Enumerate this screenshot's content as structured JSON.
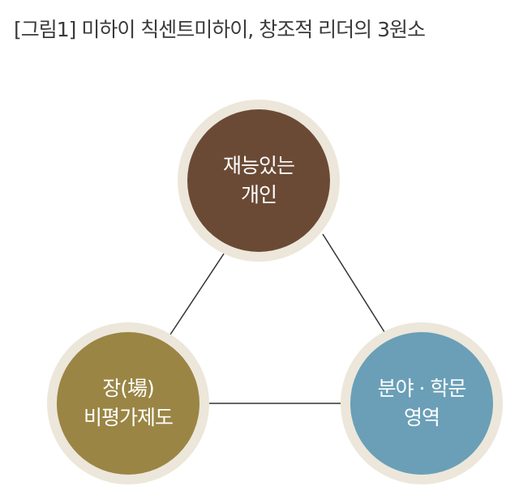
{
  "caption": "[그림1] 미하이 칙센트미하이, 창조적 리더의 3원소",
  "nodes": {
    "top": {
      "line1": "재능있는",
      "line2": "개인",
      "color": "#6b4a35"
    },
    "left": {
      "line1": "장(場)",
      "line2": "비평가제도",
      "color": "#9a8544"
    },
    "right": {
      "line1": "분야 · 학문",
      "line2": "영역",
      "color": "#6a9fb7"
    }
  },
  "colors": {
    "ring": "#ece7da",
    "connector": "#333333"
  }
}
